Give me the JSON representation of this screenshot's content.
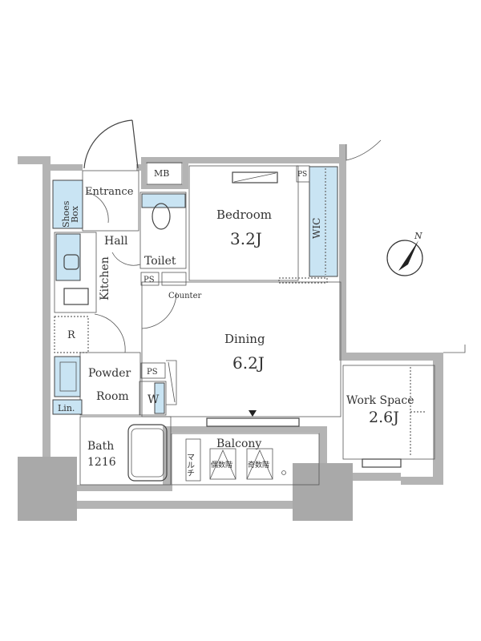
{
  "rooms": {
    "entrance": "Entrance",
    "shoes_box_line1": "Shoes",
    "shoes_box_line2": "Box",
    "mb": "MB",
    "hall": "Hall",
    "toilet": "Toilet",
    "ps_toilet": "PS",
    "ps_bedroom": "PS",
    "ps_powder": "PS",
    "counter": "Counter",
    "kitchen": "Kitchen",
    "refrigerator": "R",
    "bedroom": "Bedroom",
    "bedroom_size": "3.2J",
    "wic": "WIC",
    "dining": "Dining",
    "dining_size": "6.2J",
    "powder_room_line1": "Powder",
    "powder_room_line2": "Room",
    "washer": "W",
    "linen": "Lin.",
    "bath": "Bath",
    "bath_size": "1216",
    "balcony": "Balcony",
    "multi": "マルチ",
    "even_floor": "偶数階",
    "odd_floor": "奇数階",
    "work_space": "Work Space",
    "work_space_size": "2.6J"
  },
  "compass": {
    "label": "N"
  },
  "colors": {
    "wall": "#b4b4b4",
    "storage": "#c9e4f3"
  }
}
